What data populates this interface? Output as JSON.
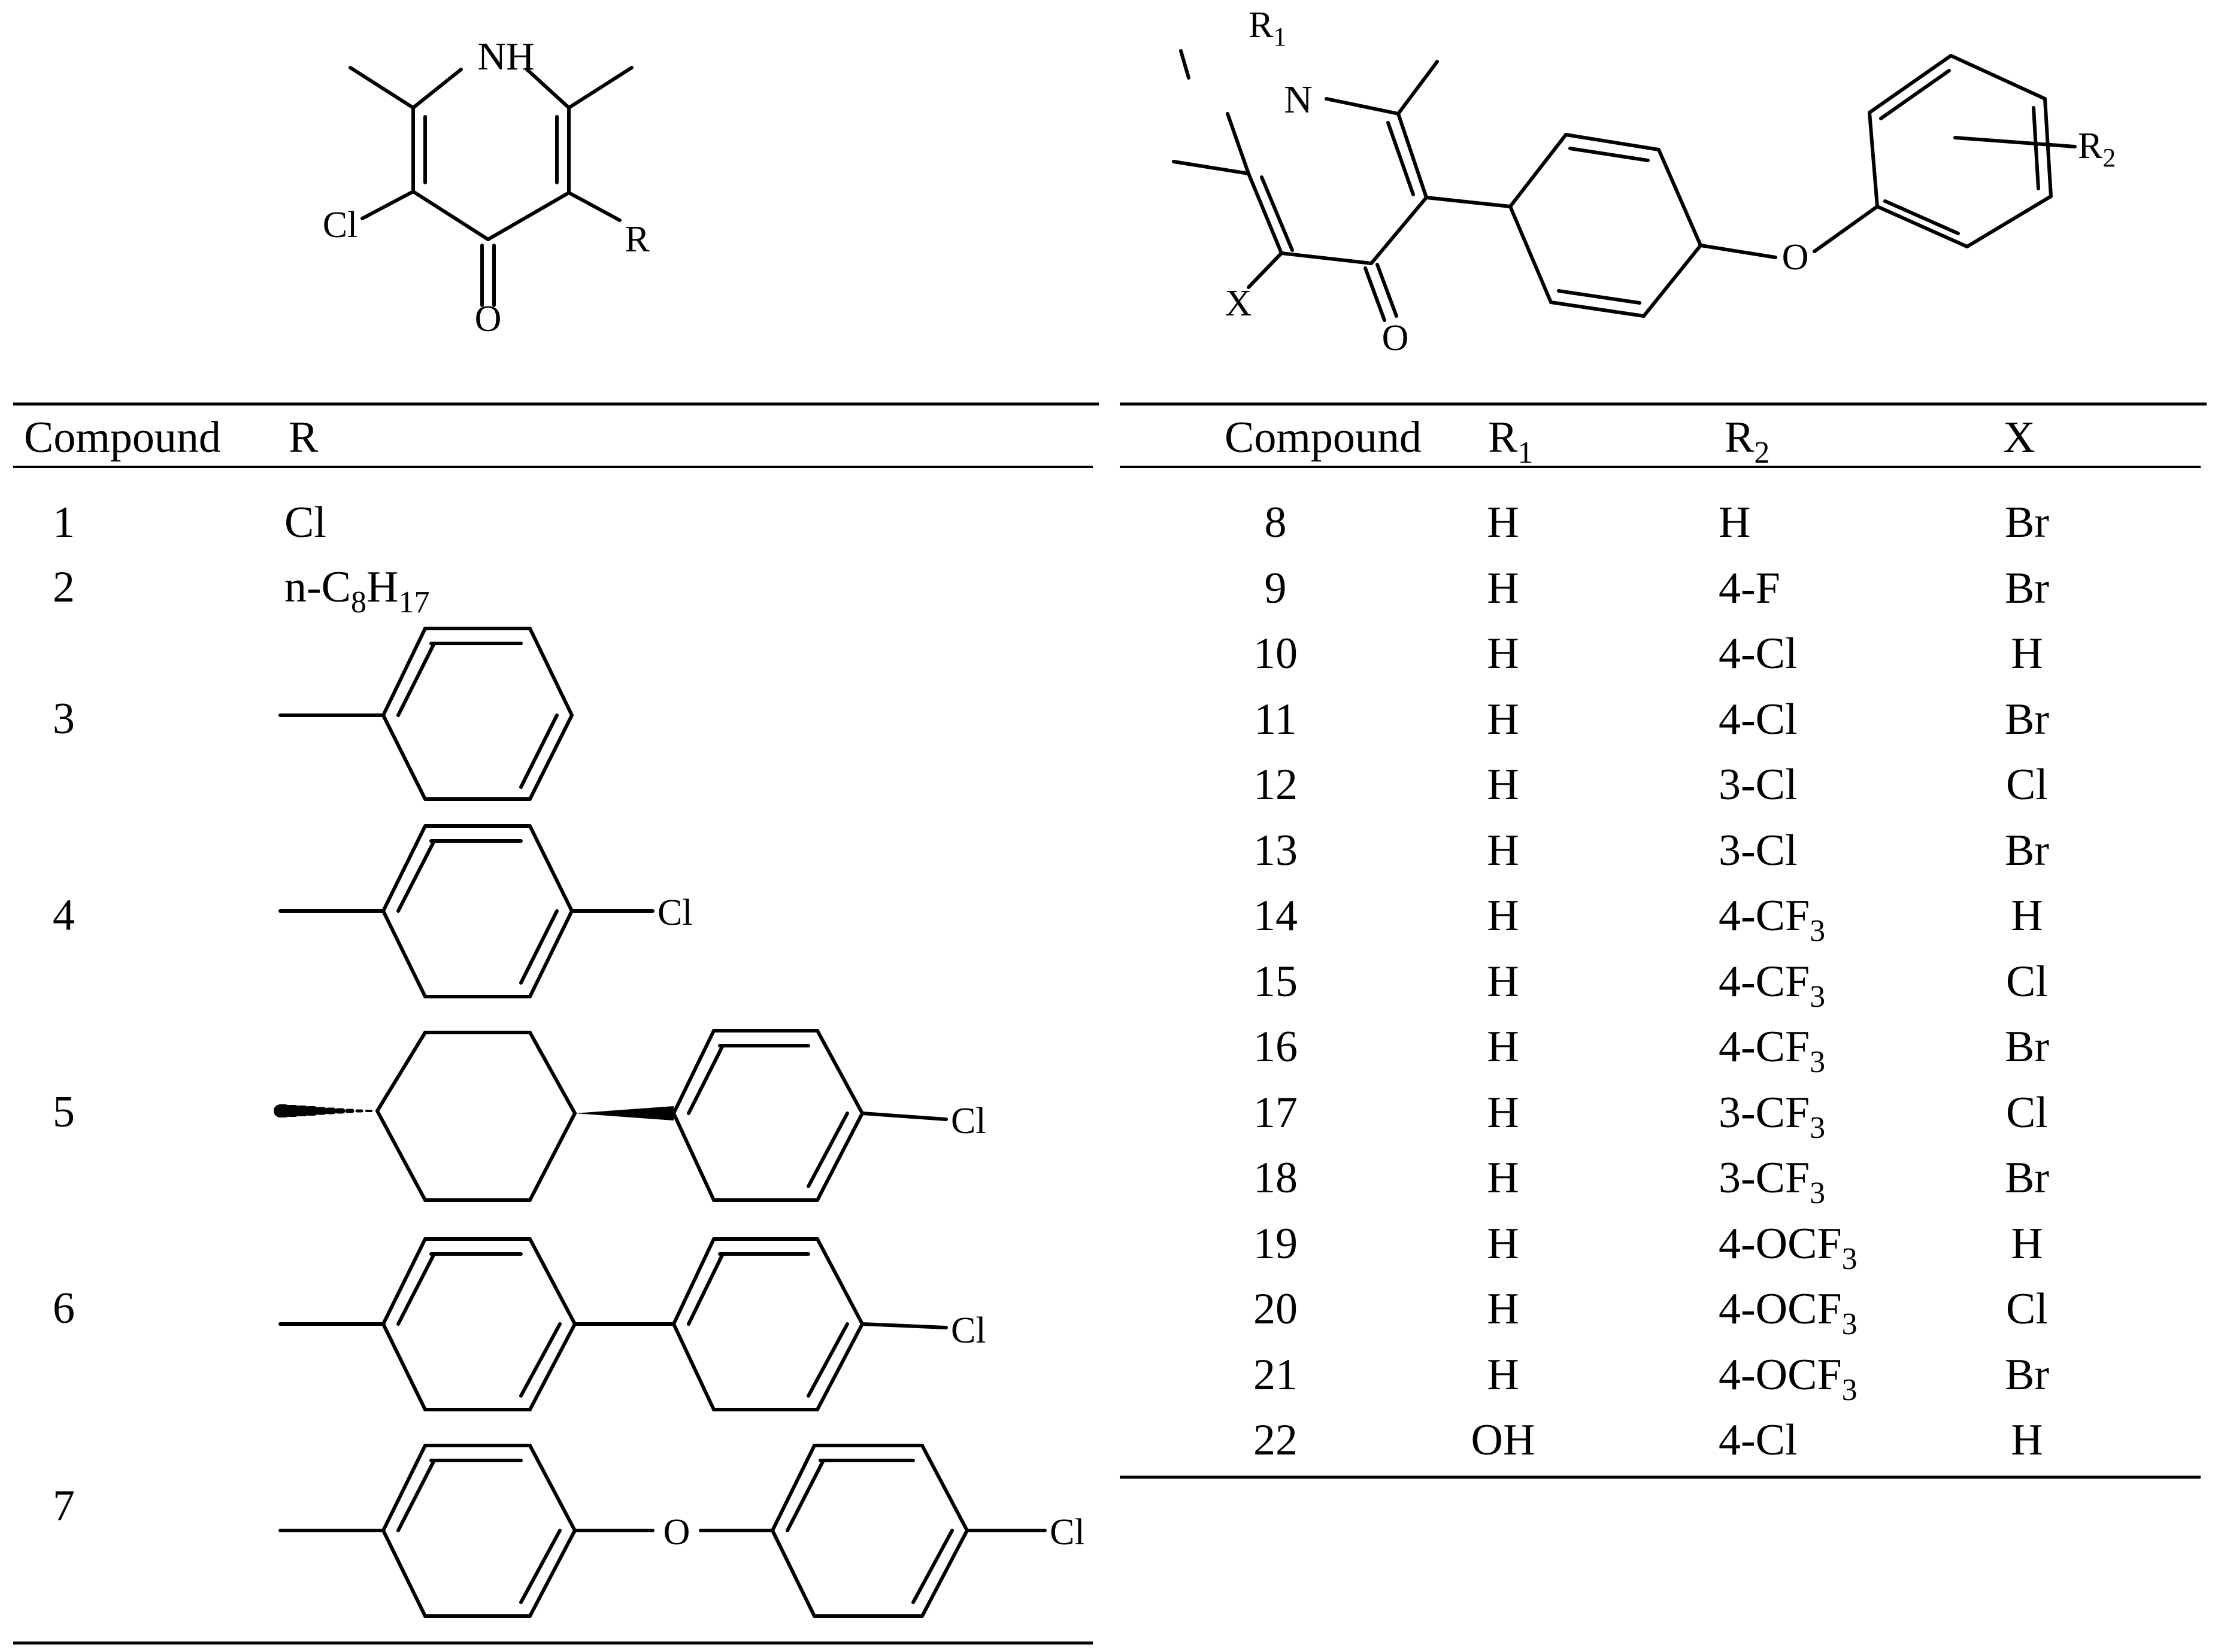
{
  "left_structure": {
    "nh": "NH",
    "cl": "Cl",
    "r": "R",
    "o": "O"
  },
  "right_structure": {
    "r1_main": "R",
    "r1_sub": "1",
    "n": "N",
    "x": "X",
    "o_carbonyl": "O",
    "o_ether": "O",
    "r2_main": "R",
    "r2_sub": "2"
  },
  "left_table": {
    "headers": {
      "compound": "Compound",
      "r": "R"
    },
    "rows": [
      {
        "compound": "1",
        "r": "Cl"
      },
      {
        "compound": "2",
        "r_prefix": "n-C",
        "r_sub1": "8",
        "r_mid": "H",
        "r_sub2": "17"
      },
      {
        "compound": "3"
      },
      {
        "compound": "4",
        "substituent": "Cl"
      },
      {
        "compound": "5",
        "substituent": "Cl"
      },
      {
        "compound": "6",
        "substituent": "Cl"
      },
      {
        "compound": "7",
        "linker": "O",
        "substituent": "Cl"
      }
    ]
  },
  "right_table": {
    "headers": {
      "compound": "Compound",
      "r1_main": "R",
      "r1_sub": "1",
      "r2_main": "R",
      "r2_sub": "2",
      "x": "X"
    },
    "rows": [
      {
        "compound": "8",
        "r1": "H",
        "r2": "H",
        "r2_sub": "",
        "x": "Br"
      },
      {
        "compound": "9",
        "r1": "H",
        "r2": "4-F",
        "r2_sub": "",
        "x": "Br"
      },
      {
        "compound": "10",
        "r1": "H",
        "r2": "4-Cl",
        "r2_sub": "",
        "x": "H"
      },
      {
        "compound": "11",
        "r1": "H",
        "r2": "4-Cl",
        "r2_sub": "",
        "x": "Br"
      },
      {
        "compound": "12",
        "r1": "H",
        "r2": "3-Cl",
        "r2_sub": "",
        "x": "Cl"
      },
      {
        "compound": "13",
        "r1": "H",
        "r2": "3-Cl",
        "r2_sub": "",
        "x": "Br"
      },
      {
        "compound": "14",
        "r1": "H",
        "r2": "4-CF",
        "r2_sub": "3",
        "x": "H"
      },
      {
        "compound": "15",
        "r1": "H",
        "r2": "4-CF",
        "r2_sub": "3",
        "x": "Cl"
      },
      {
        "compound": "16",
        "r1": "H",
        "r2": "4-CF",
        "r2_sub": "3",
        "x": "Br"
      },
      {
        "compound": "17",
        "r1": "H",
        "r2": "3-CF",
        "r2_sub": "3",
        "x": "Cl"
      },
      {
        "compound": "18",
        "r1": "H",
        "r2": "3-CF",
        "r2_sub": "3",
        "x": "Br"
      },
      {
        "compound": "19",
        "r1": "H",
        "r2": "4-OCF",
        "r2_sub": "3",
        "x": "H"
      },
      {
        "compound": "20",
        "r1": "H",
        "r2": "4-OCF",
        "r2_sub": "3",
        "x": "Cl"
      },
      {
        "compound": "21",
        "r1": "H",
        "r2": "4-OCF",
        "r2_sub": "3",
        "x": "Br"
      },
      {
        "compound": "22",
        "r1": "OH",
        "r2": "4-Cl",
        "r2_sub": "",
        "x": "H"
      }
    ]
  }
}
